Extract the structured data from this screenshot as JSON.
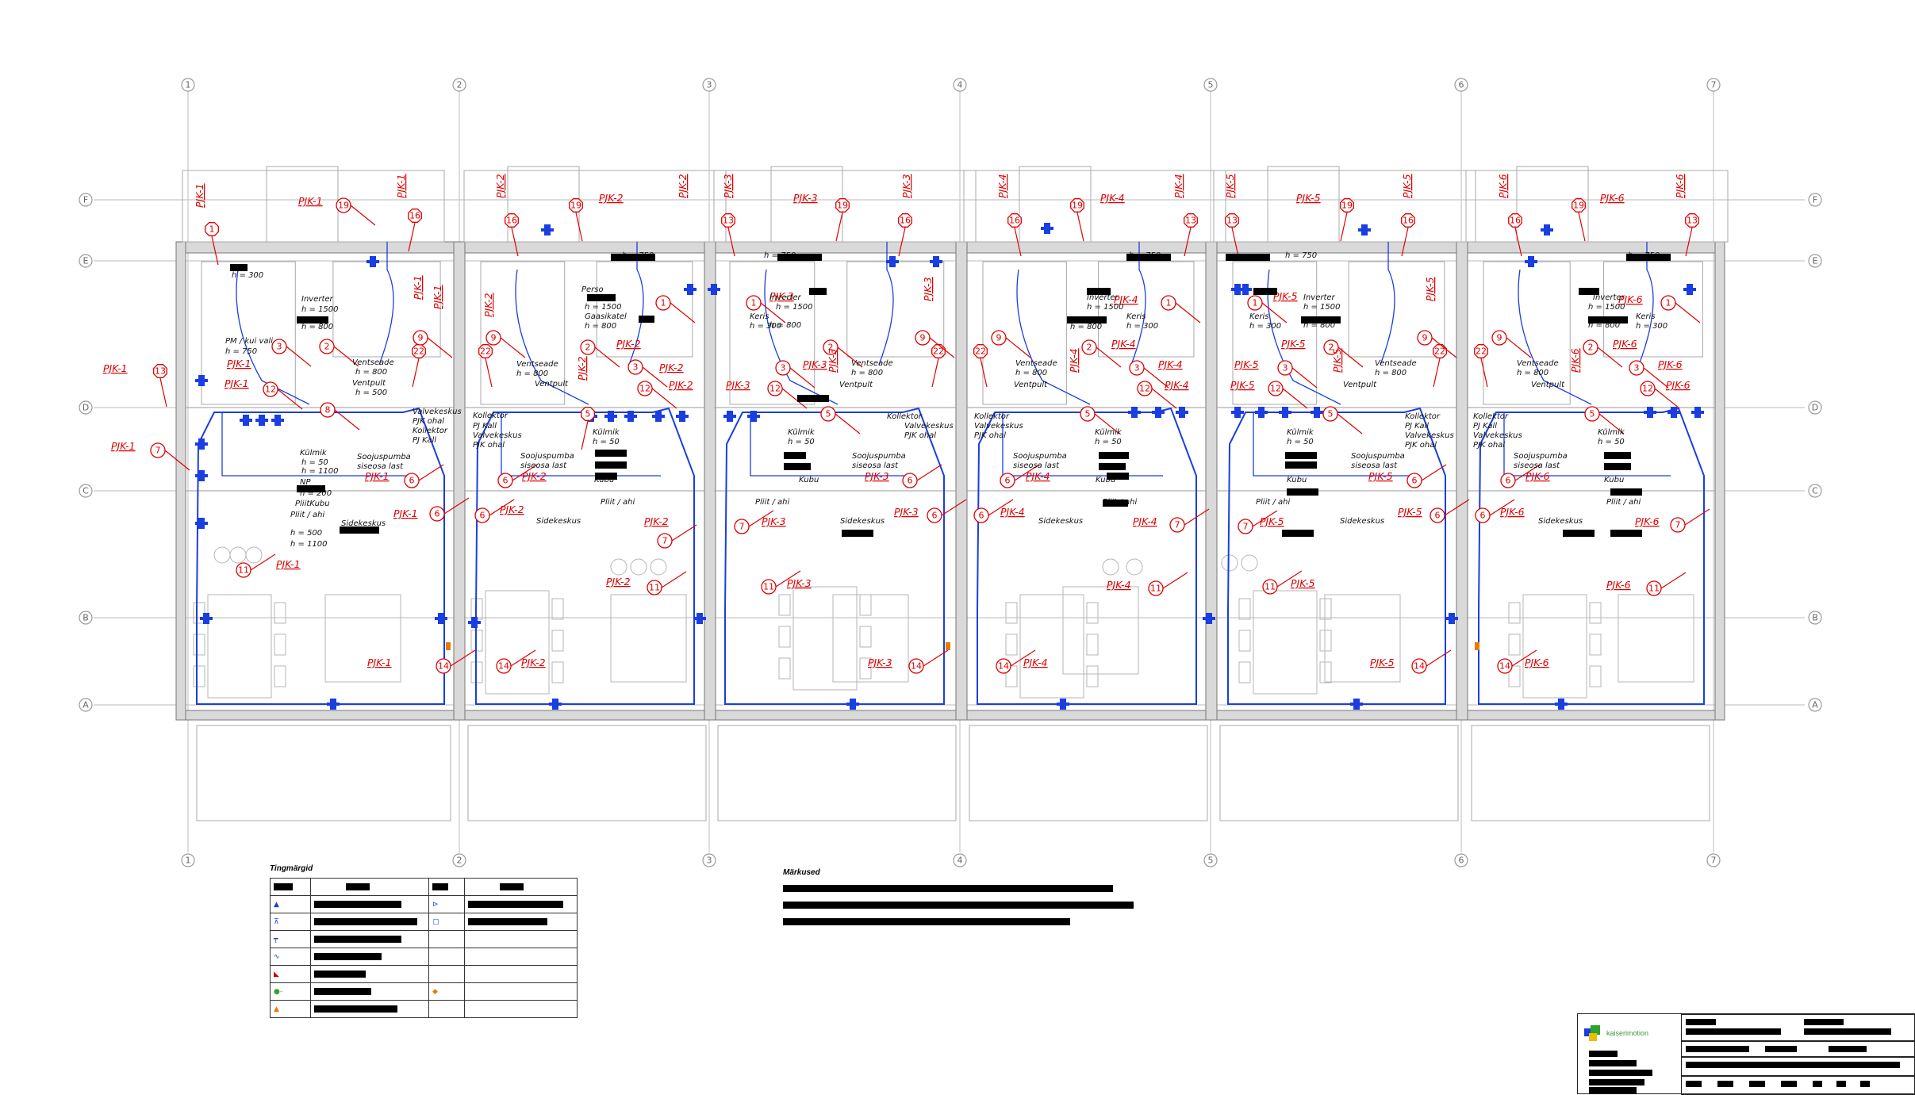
{
  "grid": {
    "columns": [
      "1",
      "2",
      "3",
      "4",
      "5",
      "6",
      "7"
    ],
    "rows": [
      "F",
      "E",
      "D",
      "C",
      "B",
      "A"
    ]
  },
  "colors": {
    "pipe": "#1a3ee0",
    "annotation": "#e00000",
    "wall": "#d9d9d9",
    "grid": "#c8c8c8",
    "accent_orange": "#e87a00",
    "accent_green": "#2fa32f"
  },
  "circuits": [
    "PJK-1",
    "PJK-2",
    "PJK-3",
    "PJK-4",
    "PJK-5",
    "PJK-6"
  ],
  "room_notes": {
    "unit1": [
      "h = 300",
      "Inverter",
      "h = 1500",
      "h = 800",
      "PM / kui vali",
      "h = 750",
      "Ventseade",
      "h = 800",
      "Ventpult",
      "h = 500",
      "Valvekeskus",
      "PJK ohal",
      "Kollektor",
      "PJ Kall",
      "Külmik",
      "h = 50",
      "h = 1100",
      "Soojuspumba",
      "siseosa last",
      "NP",
      "h = 200",
      "PliitKubu",
      "Pliit / ahi",
      "h = 500",
      "h = 1100",
      "Sidekeskus"
    ],
    "unit2": [
      "Perso",
      "h = 1500",
      "Gaasikatel",
      "h = 800",
      "Ventseade",
      "h = 800",
      "Ventpult",
      "Kollektor",
      "PJ Kall",
      "Valvekeskus",
      "PJK ohal",
      "Soojuspumba",
      "siseosa last",
      "Sidekeskus",
      "h = 750",
      "Külmik",
      "h = 50",
      "Kubu",
      "Pliit / ahi"
    ],
    "unit3": [
      "h = 750",
      "Keris",
      "h = 300",
      "Inverter",
      "h = 1500",
      "h = 800",
      "Ventseade",
      "h = 800",
      "Ventpult",
      "Kollektor",
      "Valvekeskus",
      "PJK ohal",
      "Külmik",
      "h = 50",
      "Soojuspumba",
      "siseosa last",
      "Kubu",
      "Pliit / ahi",
      "Sidekeskus"
    ],
    "unit4": [
      "h = 750",
      "Inverter",
      "h = 1500",
      "h = 800",
      "Keris",
      "h = 300",
      "Ventseade",
      "h = 800",
      "Ventpult",
      "Kollektor",
      "Valvekeskus",
      "PJK ohal",
      "Külmik",
      "h = 50",
      "Soojuspumba",
      "siseosa last",
      "Kubu",
      "Pliit / ahi",
      "Sidekeskus"
    ],
    "unit5": [
      "h = 750",
      "Keris",
      "h = 300",
      "Inverter",
      "h = 1500",
      "h = 800",
      "Ventseade",
      "h = 800",
      "Ventpult",
      "Kollektor",
      "PJ Kall",
      "Valvekeskus",
      "PJK ohal",
      "Külmik",
      "h = 50",
      "Soojuspumba",
      "siseosa last",
      "Kubu",
      "Pliit / ahi",
      "Sidekeskus"
    ],
    "unit6": [
      "h = 750",
      "Inverter",
      "h = 1500",
      "h = 800",
      "Keris",
      "h = 300",
      "Ventseade",
      "h = 800",
      "Ventpult",
      "Kollektor",
      "PJ Kall",
      "Valvekeskus",
      "PJK ohal",
      "Külmik",
      "h = 50",
      "Soojuspumba",
      "siseosa last",
      "Kubu",
      "Pliit / ahi",
      "Sidekeskus"
    ]
  },
  "legend": {
    "title": "Tingmärgid"
  },
  "notes": {
    "title": "Märkused"
  },
  "titleblock": {
    "logo_text": "kaiserimotion"
  }
}
